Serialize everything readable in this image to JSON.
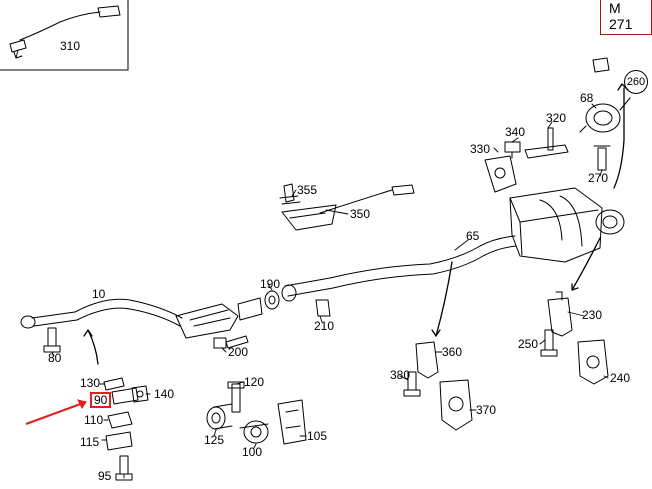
{
  "model_code": "M 271",
  "callouts": {
    "c310": "310",
    "c355": "355",
    "c350": "350",
    "c340": "340",
    "c320": "320",
    "c330": "330",
    "c68": "68",
    "c260": "260",
    "c270": "270",
    "c65": "65",
    "c190": "190",
    "c10": "10",
    "c210": "210",
    "c200": "200",
    "c80": "80",
    "c230": "230",
    "c250": "250",
    "c240": "240",
    "c360": "360",
    "c380": "380",
    "c370": "370",
    "c130": "130",
    "c140": "140",
    "c90": "90",
    "c110": "110",
    "c115": "115",
    "c95": "95",
    "c120": "120",
    "c125": "125",
    "c100": "100",
    "c105": "105"
  },
  "colors": {
    "line": "#000000",
    "highlight": "#e02020",
    "frame": "#a01818"
  }
}
